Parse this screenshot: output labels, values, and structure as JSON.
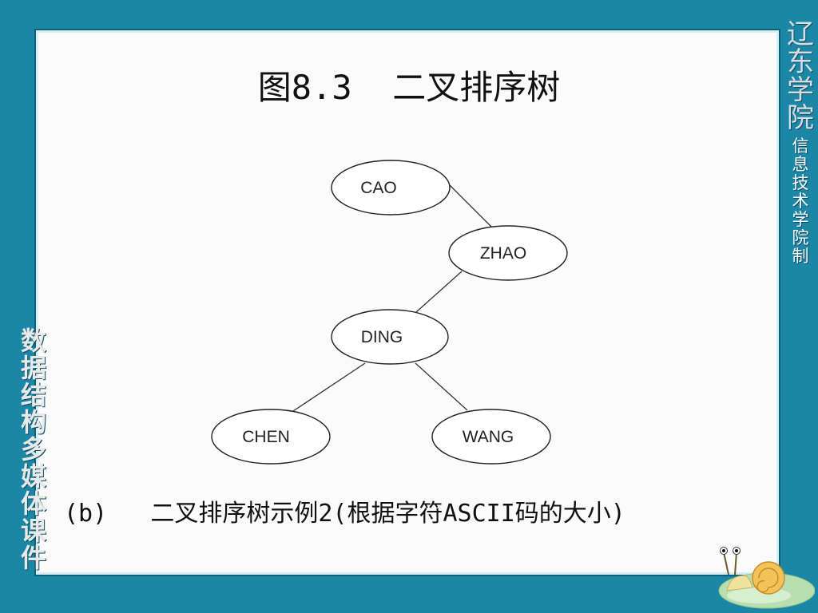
{
  "slide": {
    "title": "图8.3  二叉排序树",
    "caption": "(b)   二叉排序树示例2(根据字符ASCII码的大小)"
  },
  "tree": {
    "nodes": [
      {
        "id": "cao",
        "label": "CAO"
      },
      {
        "id": "zhao",
        "label": "ZHAO"
      },
      {
        "id": "ding",
        "label": "DING"
      },
      {
        "id": "chen",
        "label": "CHEN"
      },
      {
        "id": "wang",
        "label": "WANG"
      }
    ],
    "edges": [
      [
        "cao",
        "zhao"
      ],
      [
        "zhao",
        "ding"
      ],
      [
        "ding",
        "chen"
      ],
      [
        "ding",
        "wang"
      ]
    ]
  },
  "sidebar_right": {
    "big": [
      "辽",
      "东",
      "学",
      "院"
    ],
    "small": [
      "信",
      "息",
      "技",
      "术",
      "学",
      "院",
      "制"
    ]
  },
  "sidebar_left": {
    "chars": [
      "数",
      "据",
      "结",
      "构",
      "多",
      "媒",
      "体",
      "课",
      "件"
    ]
  },
  "colors": {
    "background": "#1b86a6",
    "panel": "#fbfbfb",
    "text": "#111111"
  }
}
